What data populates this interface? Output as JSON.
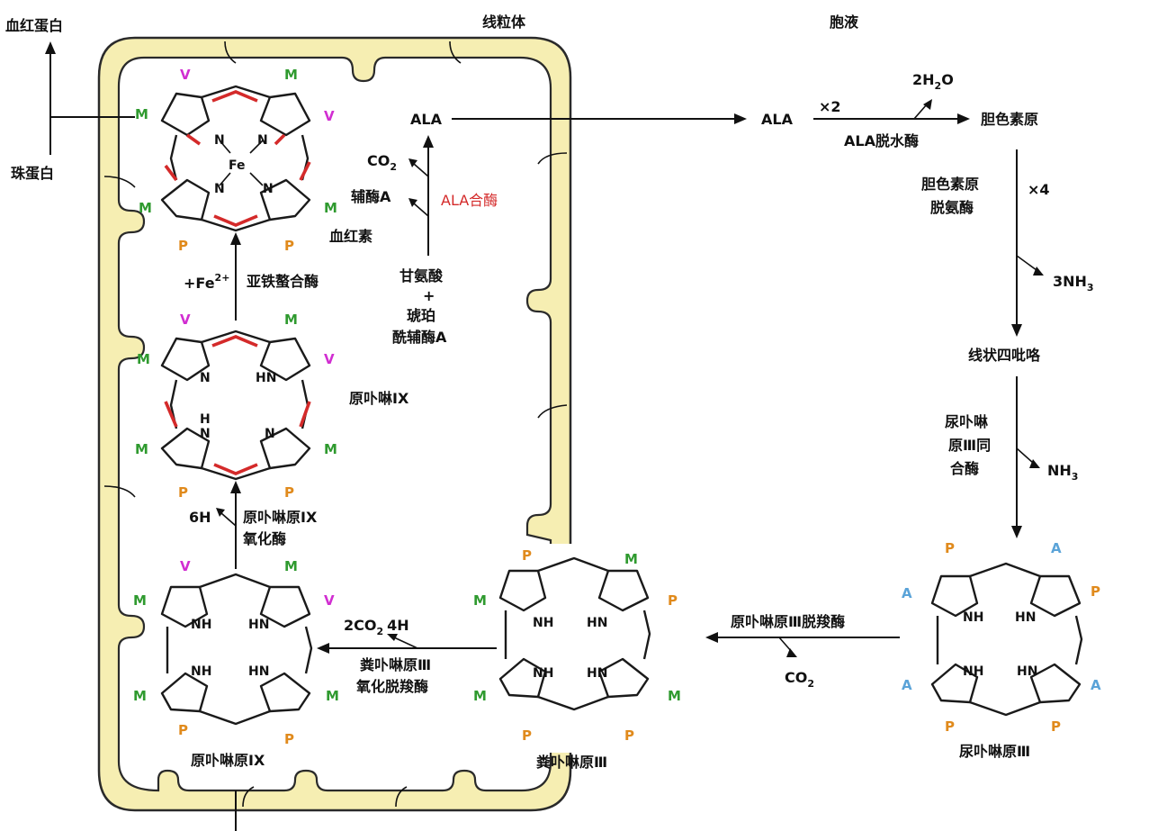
{
  "compartments": {
    "mitochondria": "线粒体",
    "cytosol": "胞液"
  },
  "labels": {
    "hemoglobin": "血红蛋白",
    "globin": "珠蛋白",
    "heme": "血红素",
    "ferrochelatase": "亚铁螯合酶",
    "fe_add": "+Fe",
    "fe_charge": "2+",
    "protoporphyrin_ix": "原卟啉IX",
    "h6": "6H",
    "protoporphyrinogen_oxidase_1": "原卟啉原IX",
    "protoporphyrinogen_oxidase_2": "氧化酶",
    "protoporphyrinogen_ix": "原卟啉原IX",
    "coproporphyrinogen_iii": "粪卟啉原Ⅲ",
    "copro_oxidase_1": "粪卟啉原Ⅲ",
    "copro_oxidase_2": "氧化脱羧酶",
    "co2_4h": "2CO",
    "co2_4h_sub": "2",
    "co2_4h_tail": "4H",
    "ala": "ALA",
    "co2": "CO",
    "co2_sub": "2",
    "coa": "辅酶A",
    "ala_synthase": "ALA合酶",
    "glycine": "甘氨酸",
    "plus": "+",
    "succinyl_1": "琥珀",
    "succinyl_2": "酰辅酶A",
    "ala_cyto": "ALA",
    "times2": "×2",
    "water": "2H",
    "water_sub": "2",
    "water_tail": "O",
    "ala_dehydratase": "ALA脱水酶",
    "porphobilinogen": "胆色素原",
    "pbg_deaminase_1": "胆色素原",
    "pbg_deaminase_2": "脱氨酶",
    "times4": "×4",
    "nh3_3": "3NH",
    "nh3_3_sub": "3",
    "linear_tetrapyrrole": "线状四吡咯",
    "uro_synthase_1": "尿卟啉",
    "uro_synthase_2": "原Ⅲ同",
    "uro_synthase_3": "合酶",
    "nh3": "NH",
    "nh3_sub": "3",
    "uroporphyrinogen_iii": "尿卟啉原Ⅲ",
    "uro_decarboxylase": "原卟啉原Ⅲ脱羧酶",
    "co2_b": "CO",
    "co2_b_sub": "2"
  },
  "atoms": {
    "N": "N",
    "NH": "NH",
    "HN": "HN",
    "H": "H",
    "Fe": "Fe"
  },
  "substituents": {
    "V": "V",
    "M": "M",
    "P": "P",
    "A": "A"
  },
  "colors": {
    "membrane_fill": "#f6eeb2",
    "membrane_stroke": "#2a2a2a",
    "V": "#d12ed1",
    "M": "#2f9a2f",
    "P": "#e08a1c",
    "A": "#5aa3d8",
    "conjugation": "#d42a2a",
    "enzyme_red": "#d42a2a"
  }
}
